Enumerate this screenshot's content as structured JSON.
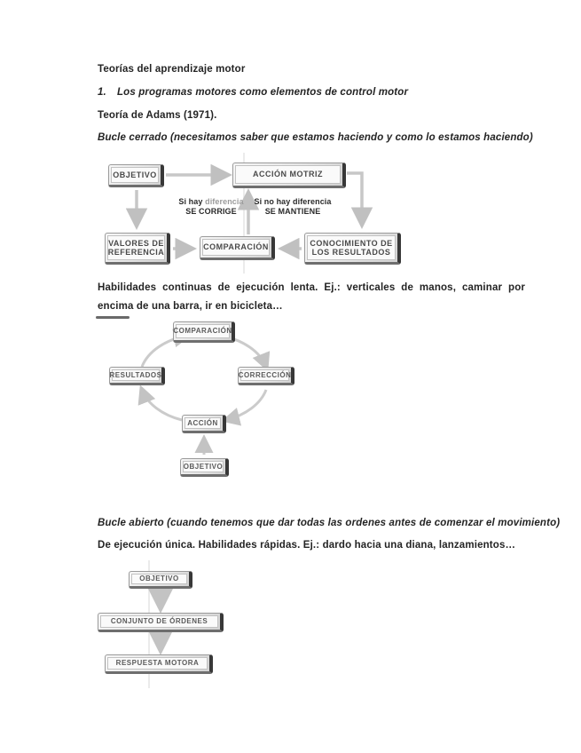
{
  "document": {
    "title": "Teorías del aprendizaje motor",
    "list_item": {
      "number": "1.",
      "text": "Los programas motores como elementos de control motor"
    },
    "theory_line": "Teoría de Adams (1971).",
    "closed_loop_heading": "Bucle cerrado (necesitamos saber que estamos haciendo y como lo estamos haciendo)",
    "continuous_skills": "Habilidades continuas de ejecución lenta. Ej.: verticales de manos, caminar por encima de una barra, ir en bicicleta…",
    "open_loop_heading": "Bucle abierto (cuando tenemos que dar todas las ordenes antes de comenzar el movimiento)",
    "single_execution": "De ejecución única. Habilidades rápidas. Ej.: dardo hacia una diana, lanzamientos…"
  },
  "closed_loop_diagram": {
    "objetivo": "OBJETIVO",
    "accion_motriz": "ACCIÓN MOTRIZ",
    "valores_referencia": "VALORES DE REFERENCIA",
    "comparacion": "COMPARACIÓN",
    "conocimiento_resultados": "CONOCIMIENTO DE LOS RESULTADOS",
    "branch_left_word_dark": "Si hay",
    "branch_left_word_gray": "diferencia",
    "branch_left_line2": "SE CORRIGE",
    "branch_right_line1": "Si no hay diferencia",
    "branch_right_line2": "SE MANTIENE"
  },
  "cycle_diagram": {
    "comparacion": "COMPARACIÓN",
    "resultados": "RESULTADOS",
    "correccion": "CORRECCIÓN",
    "accion": "ACCIÓN",
    "objetivo": "OBJETIVO"
  },
  "open_loop_diagram": {
    "objetivo": "OBJETIVO",
    "conjunto_ordenes": "CONJUNTO DE ÓRDENES",
    "respuesta_motora": "RESPUESTA MOTORA"
  },
  "colors": {
    "arrow_gray": "#c7c7c7",
    "box_edge_dark": "#383838",
    "text_dark": "#242424",
    "caption_gray": "#9b9b9b"
  }
}
